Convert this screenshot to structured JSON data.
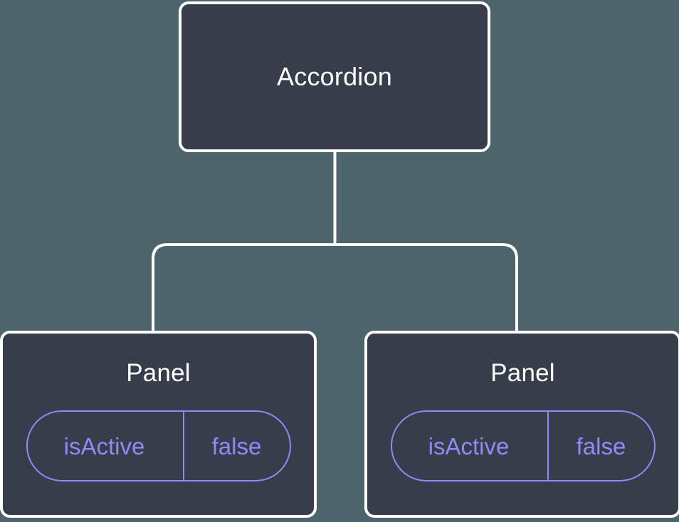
{
  "diagram": {
    "type": "component-hierarchy-tree",
    "background_color": "#4d646d",
    "node_fill_color": "#373d4b",
    "node_border_color": "#ffffff",
    "edge_color": "#ffffff",
    "accent_color": "#8b8cf5",
    "title_text_color": "#ffffff"
  },
  "root": {
    "label": "Accordion"
  },
  "children": [
    {
      "label": "Panel",
      "state": {
        "key": "isActive",
        "value": "false"
      }
    },
    {
      "label": "Panel",
      "state": {
        "key": "isActive",
        "value": "false"
      }
    }
  ],
  "edges": {
    "stem_label": "accordion-to-branch-stem",
    "branch_label": "branch-bar",
    "drop_left_label": "drop-to-panel-1",
    "drop_right_label": "drop-to-panel-2"
  }
}
